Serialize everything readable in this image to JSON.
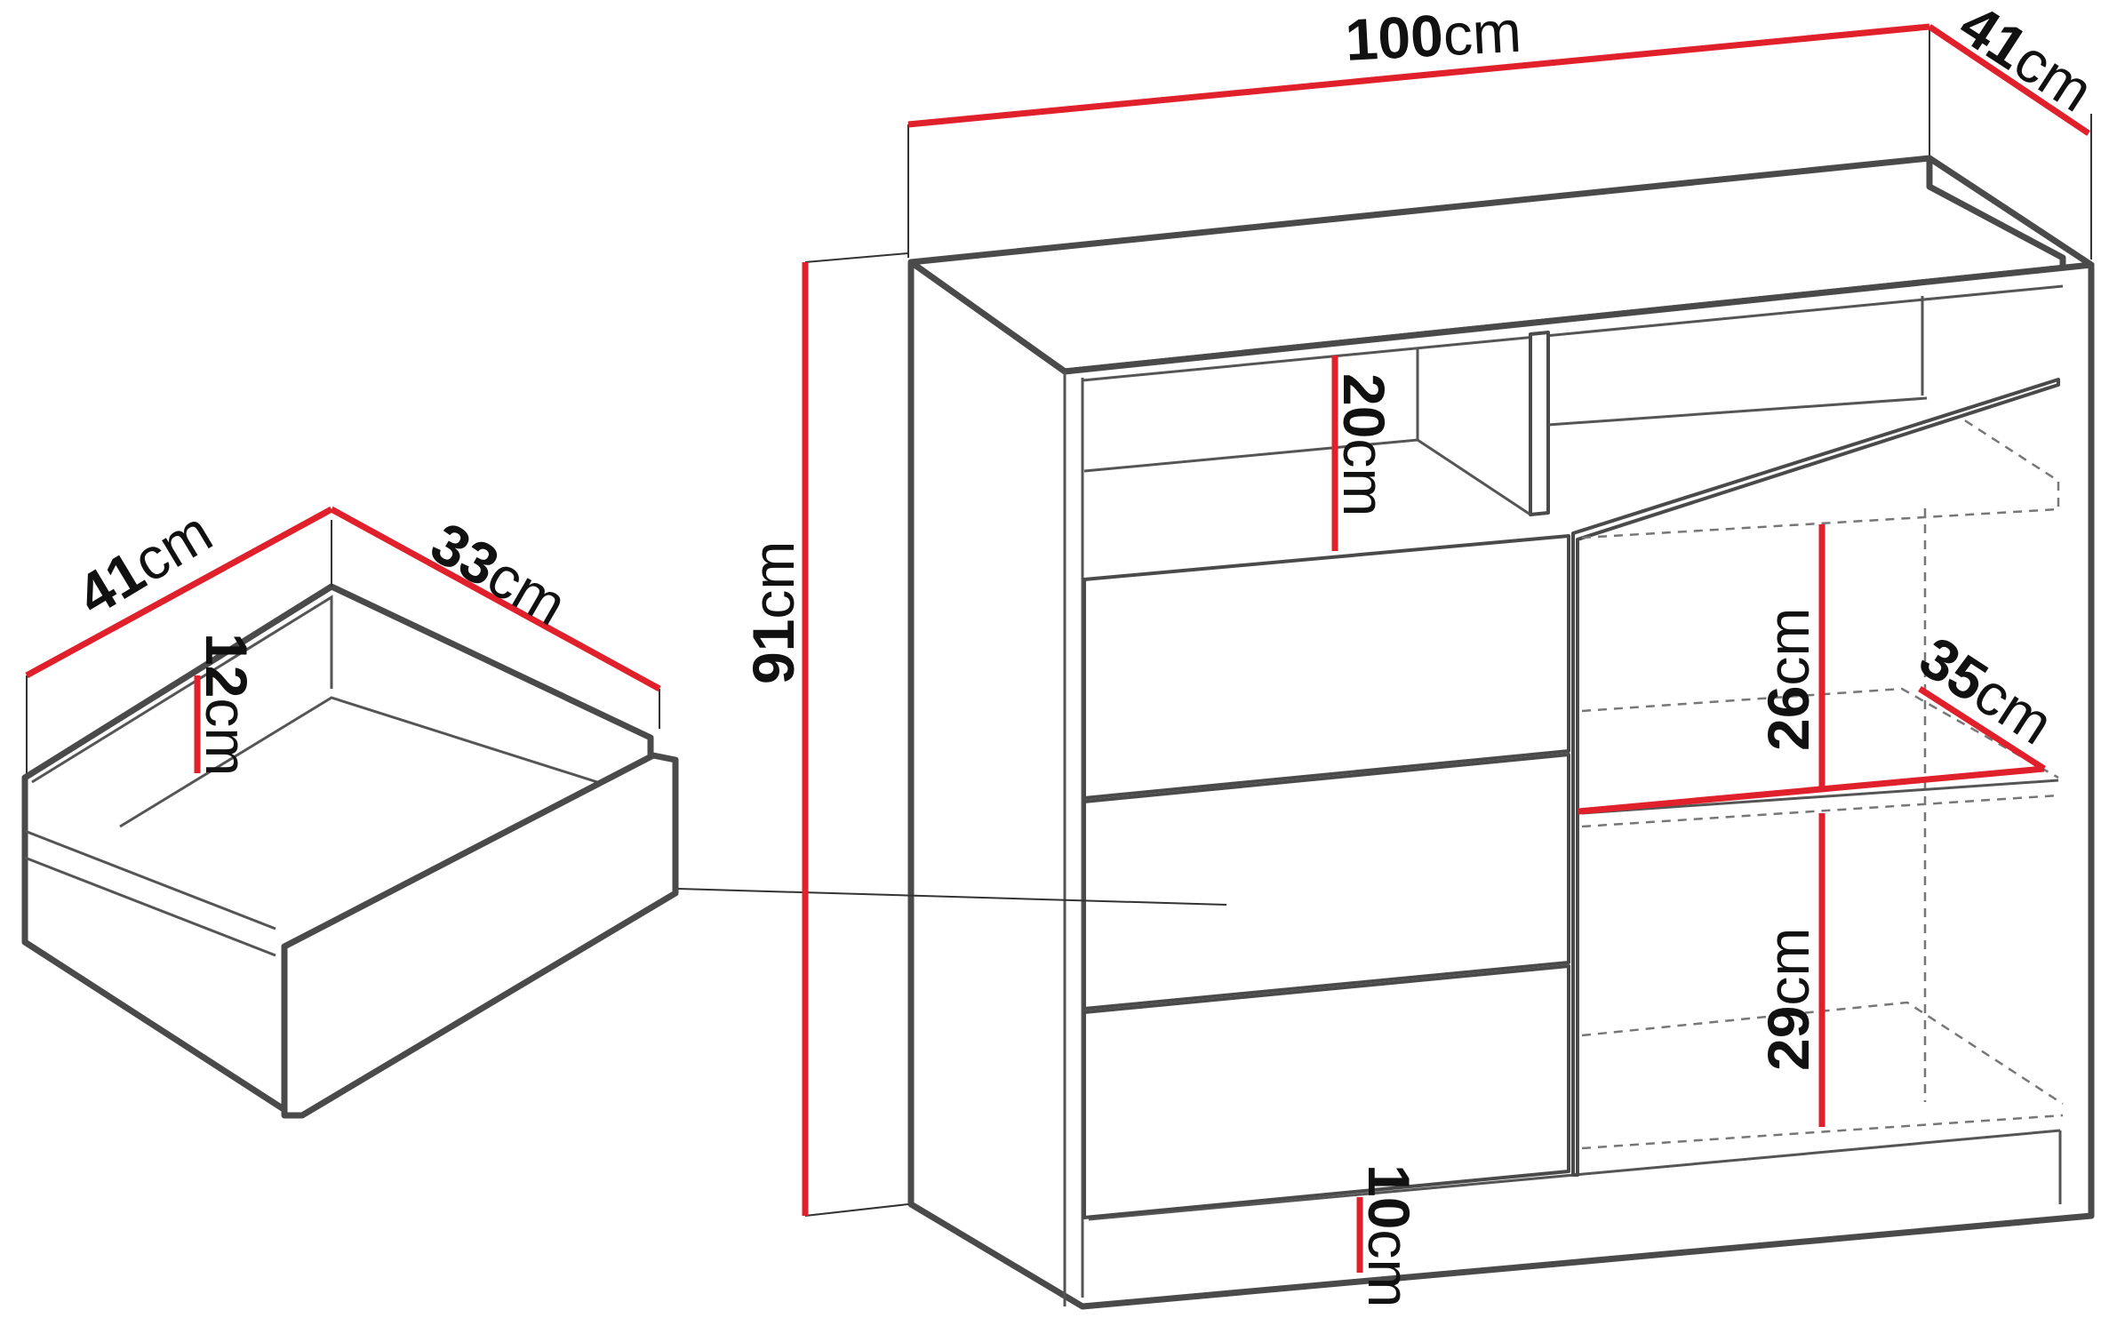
{
  "colors": {
    "dimension_line": "#e0202a",
    "outline": "#4a4a4a",
    "text": "#111111"
  },
  "cabinet_dimensions": {
    "width": {
      "value": "100",
      "unit": "cm"
    },
    "depth": {
      "value": "41",
      "unit": "cm"
    },
    "height": {
      "value": "91",
      "unit": "cm"
    },
    "top_niche": {
      "value": "20",
      "unit": "cm"
    },
    "upper_shelf": {
      "value": "26",
      "unit": "cm"
    },
    "lower_shelf": {
      "value": "29",
      "unit": "cm"
    },
    "shelf_depth": {
      "value": "35",
      "unit": "cm"
    },
    "plinth": {
      "value": "10",
      "unit": "cm"
    }
  },
  "drawer_dimensions": {
    "depth": {
      "value": "41",
      "unit": "cm"
    },
    "width": {
      "value": "33",
      "unit": "cm"
    },
    "height": {
      "value": "12",
      "unit": "cm"
    }
  }
}
